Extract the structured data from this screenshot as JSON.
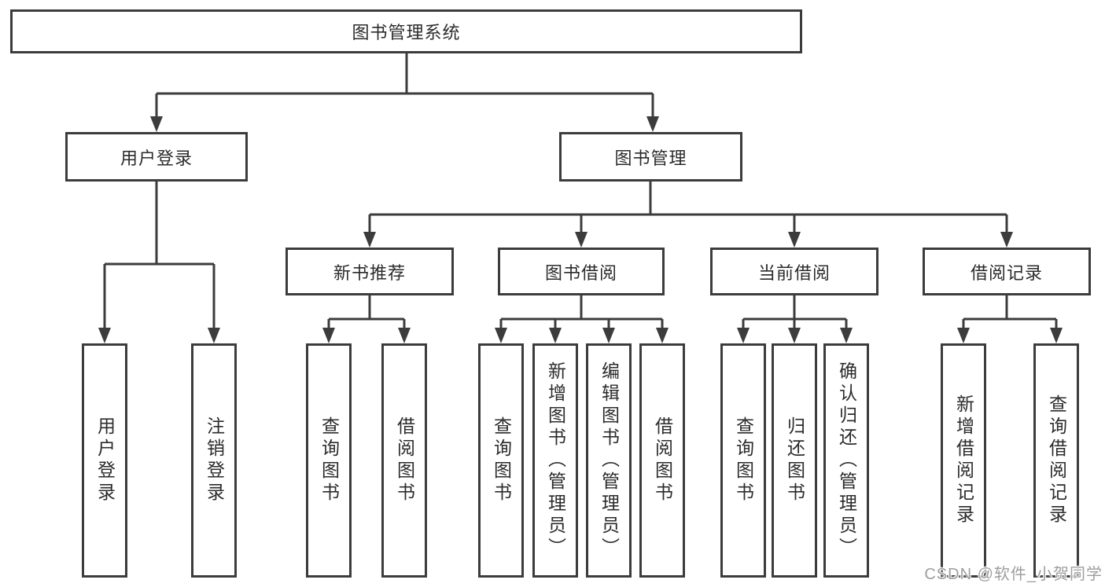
{
  "colors": {
    "background": "#ffffff",
    "line": "#3c3c3c",
    "box_border": "#3c3c3c",
    "text": "#2b2b2b",
    "watermark": "#9e9e9e"
  },
  "watermark": "CSDN @软件_小贺同学",
  "tree": {
    "root": {
      "label": "图书管理系统",
      "children": [
        {
          "label": "用户登录",
          "children": [
            {
              "label": "用户登录"
            },
            {
              "label": "注销登录"
            }
          ]
        },
        {
          "label": "图书管理",
          "children": [
            {
              "label": "新书推荐",
              "children": [
                {
                  "label": "查询图书"
                },
                {
                  "label": "借阅图书"
                }
              ]
            },
            {
              "label": "图书借阅",
              "children": [
                {
                  "label": "查询图书"
                },
                {
                  "label": "新增图书（管理员）"
                },
                {
                  "label": "编辑图书（管理员）"
                },
                {
                  "label": "借阅图书"
                }
              ]
            },
            {
              "label": "当前借阅",
              "children": [
                {
                  "label": "查询图书"
                },
                {
                  "label": "归还图书"
                },
                {
                  "label": "确认归还（管理员）"
                }
              ]
            },
            {
              "label": "借阅记录",
              "children": [
                {
                  "label": "新增借阅记录"
                },
                {
                  "label": "查询借阅记录"
                }
              ]
            }
          ]
        }
      ]
    }
  }
}
